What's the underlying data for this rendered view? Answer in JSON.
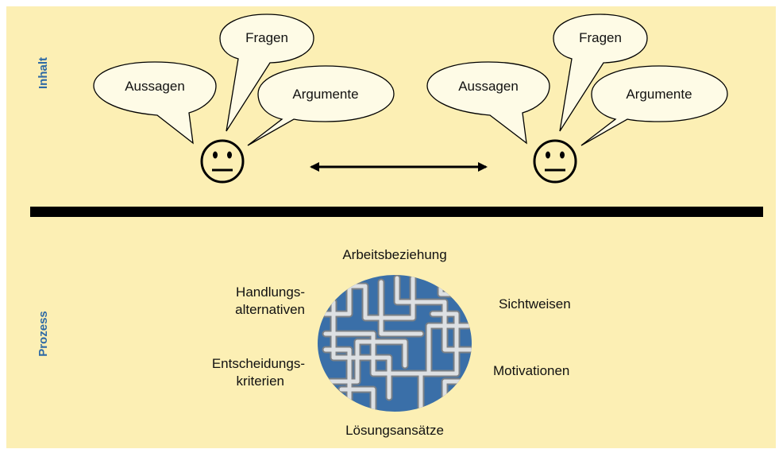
{
  "sections": {
    "top_label": "Inhalt",
    "bottom_label": "Prozess"
  },
  "left_person": {
    "bubbles": [
      "Aussagen",
      "Fragen",
      "Argumente"
    ]
  },
  "right_person": {
    "bubbles": [
      "Aussagen",
      "Fragen",
      "Argumente"
    ]
  },
  "process": {
    "top": "Arbeitsbeziehung",
    "left_upper": [
      "Handlungs-",
      "alternativen"
    ],
    "left_lower": [
      "Entscheidungs-",
      "kriterien"
    ],
    "right_upper": "Sichtweisen",
    "right_lower": "Motivationen",
    "bottom": "Lösungsansätze"
  },
  "colors": {
    "background": "#fcefb4",
    "label": "#2e6aa5",
    "ellipse": "#3a6fa8",
    "pipes": "#c8ccd0"
  }
}
